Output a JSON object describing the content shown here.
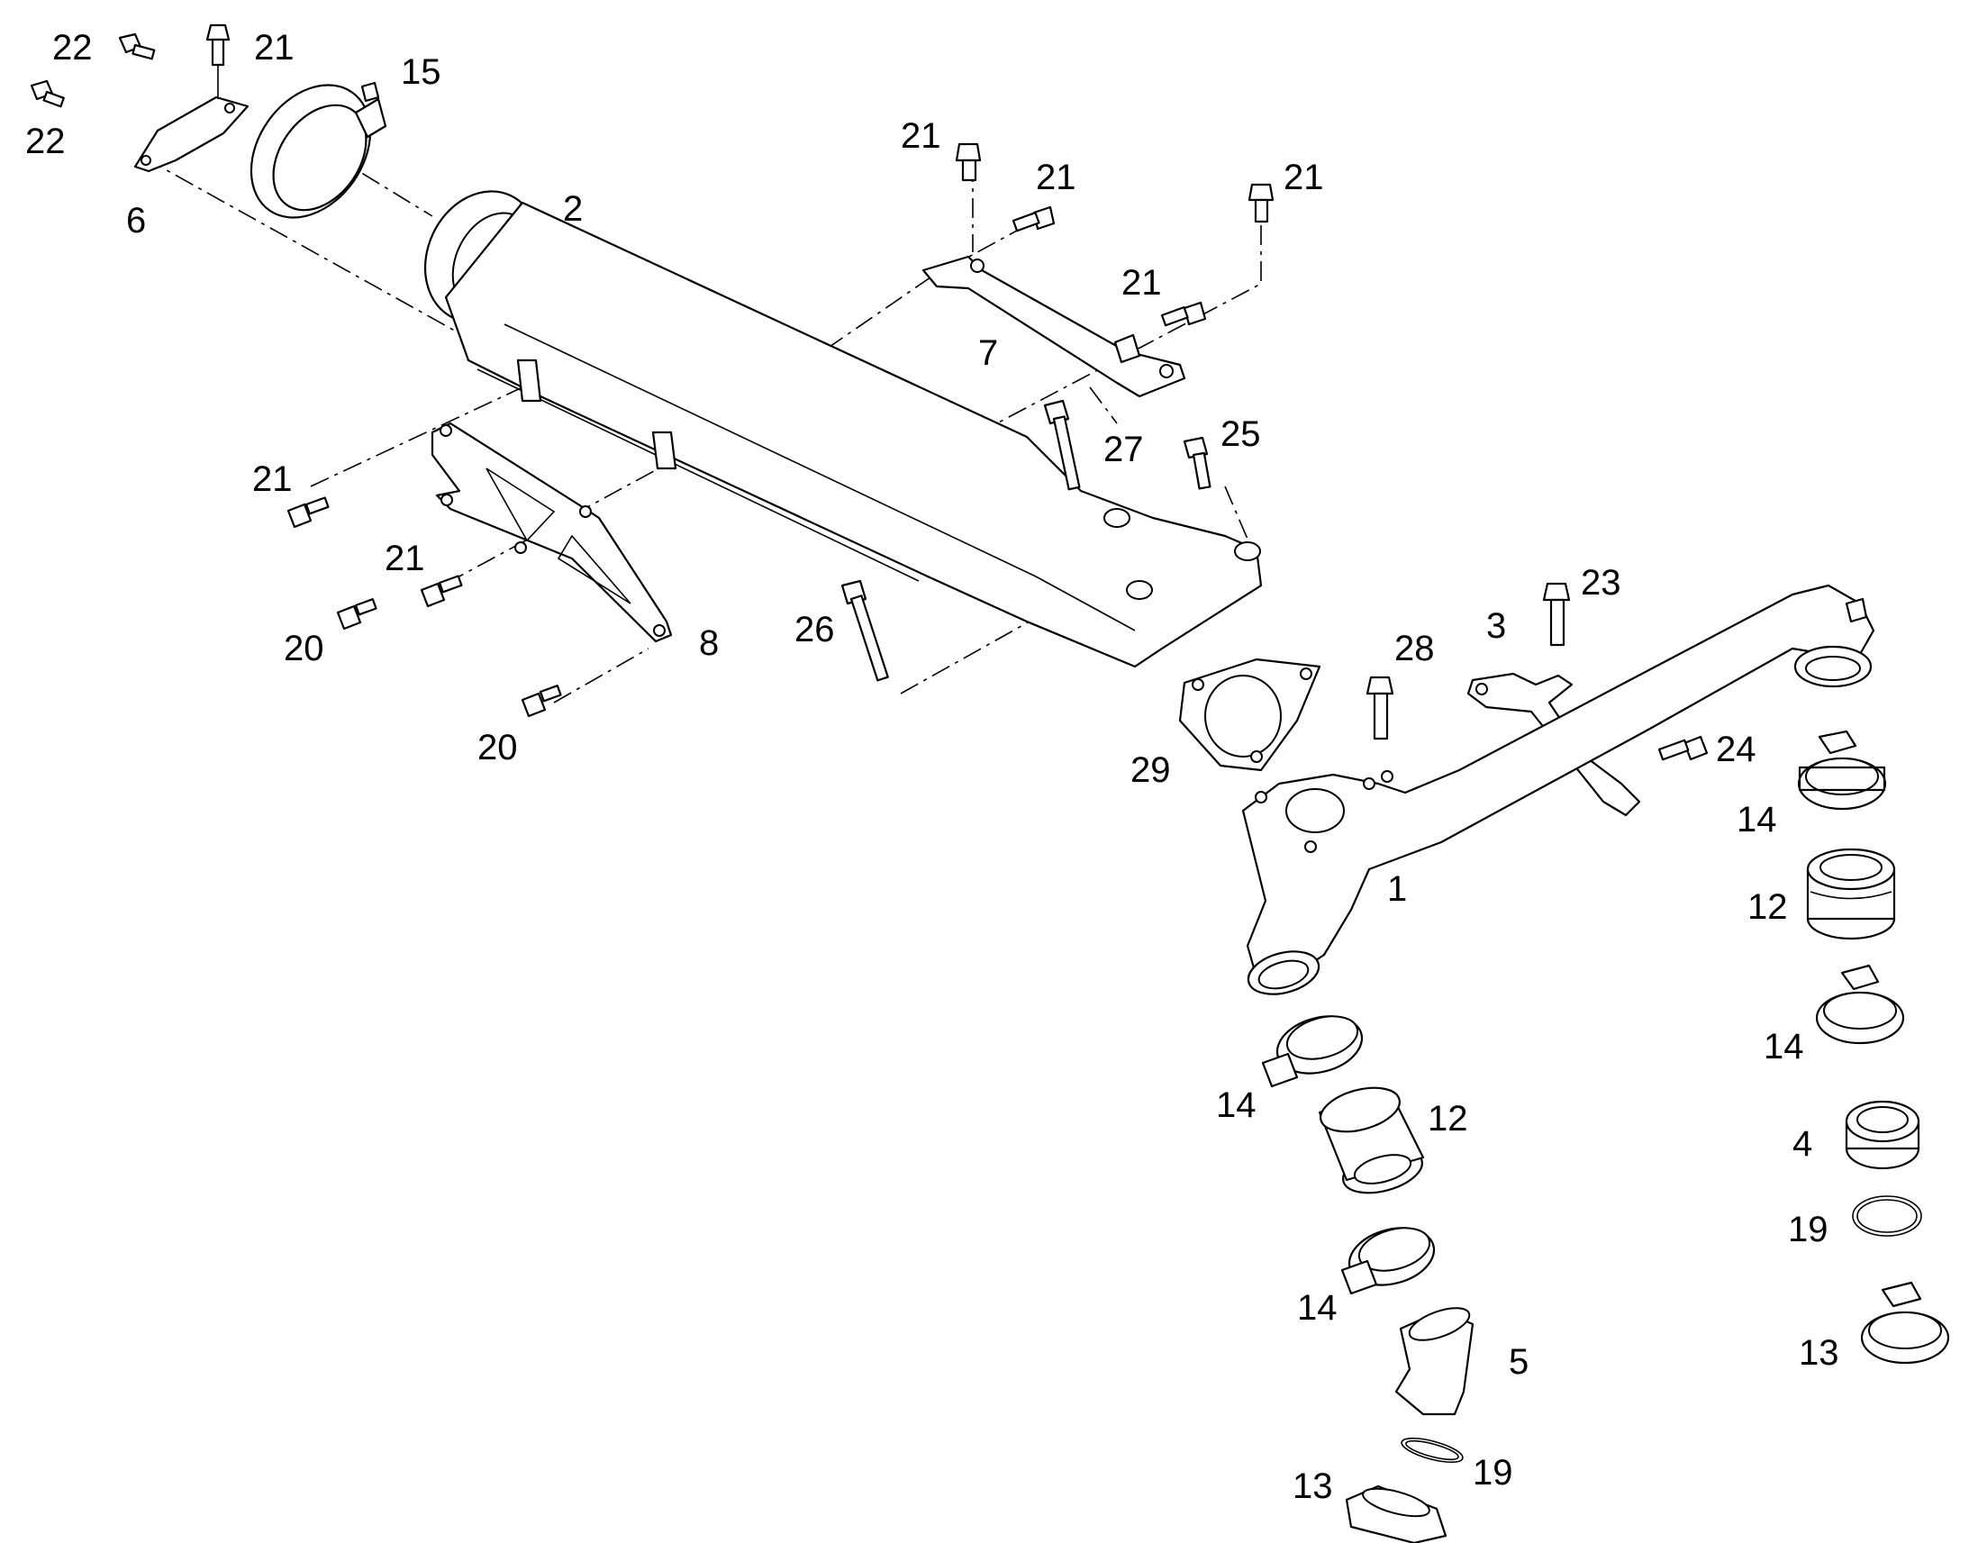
{
  "diagram": {
    "colors": {
      "line": "#000000",
      "background": "#ffffff"
    },
    "callouts": [
      "22",
      "21",
      "15",
      "22",
      "6",
      "2",
      "21",
      "21",
      "21",
      "21",
      "7",
      "27",
      "25",
      "21",
      "21",
      "20",
      "8",
      "26",
      "20",
      "3",
      "23",
      "28",
      "29",
      "24",
      "14",
      "1",
      "12",
      "14",
      "14",
      "12",
      "4",
      "19",
      "14",
      "13",
      "5",
      "19",
      "13"
    ]
  }
}
